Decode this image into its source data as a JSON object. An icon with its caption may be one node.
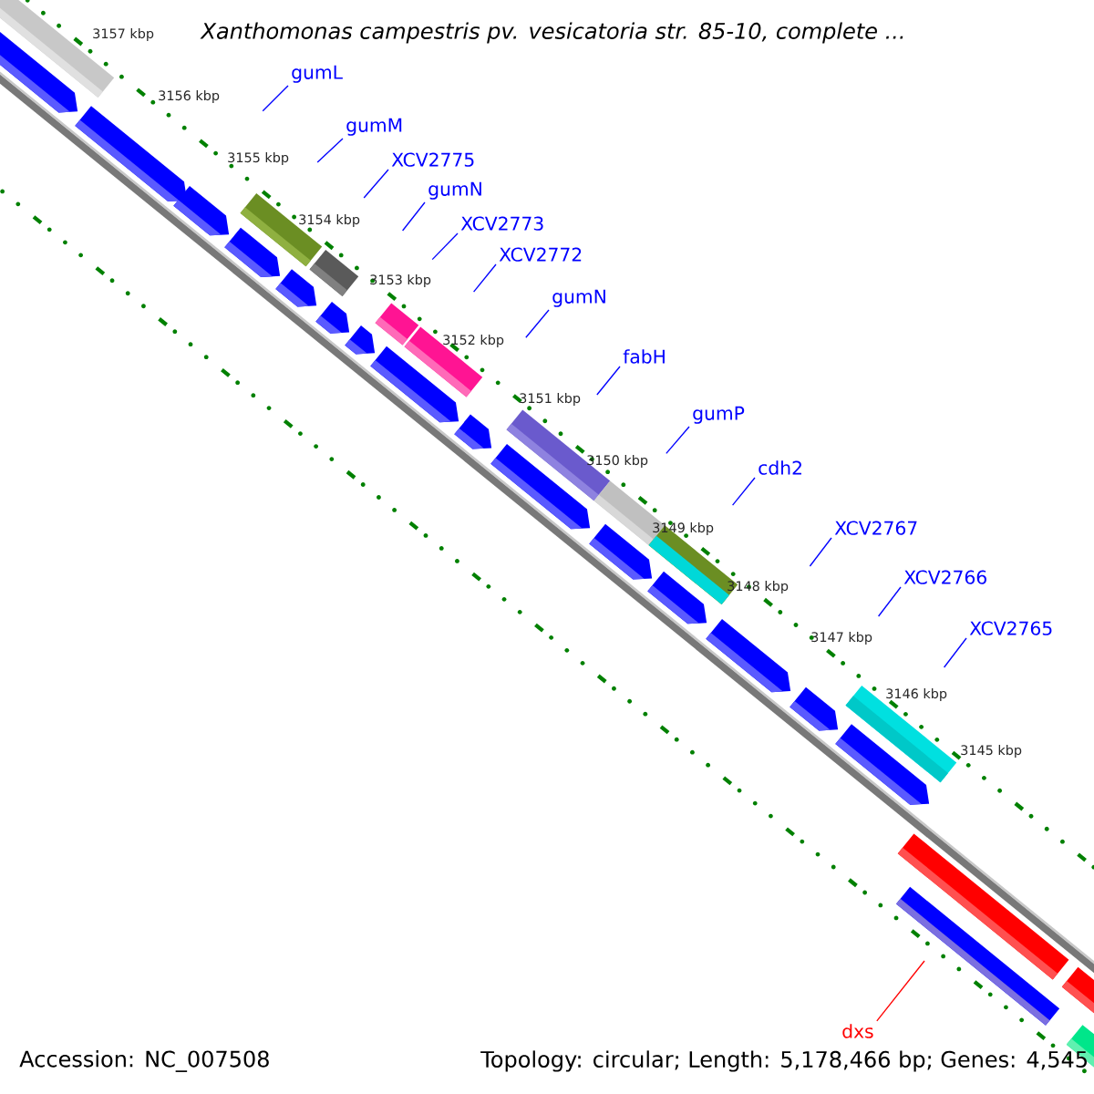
{
  "diagram": {
    "title": "Xanthomonas campestris pv. vesicatoria str. 85-10, complete ...",
    "nodes": [
      {
        "text": [
          "gumL"
        ]
      },
      {
        "text": [
          "gumM"
        ]
      },
      {
        "text": [
          "XCV2775"
        ]
      },
      {
        "text": [
          "gumN"
        ]
      },
      {
        "text": [
          "XCV2773"
        ]
      },
      {
        "text": [
          "XCV2772"
        ]
      },
      {
        "text": [
          "gumN"
        ]
      },
      {
        "text": [
          "fabH"
        ]
      },
      {
        "text": [
          "gumP"
        ]
      },
      {
        "text": [
          "cdh2"
        ]
      },
      {
        "text": [
          "XCV2767"
        ]
      },
      {
        "text": [
          "XCV2766"
        ]
      },
      {
        "text": [
          "XCV2765"
        ]
      },
      {
        "text": [
          "dxs"
        ]
      }
    ],
    "edges": [
      {
        "from": 0,
        "to": null,
        "arrow": "none"
      },
      {
        "from": 1,
        "to": null,
        "arrow": "none"
      },
      {
        "from": 2,
        "to": null,
        "arrow": "none"
      },
      {
        "from": 3,
        "to": null,
        "arrow": "none"
      },
      {
        "from": 4,
        "to": null,
        "arrow": "none"
      },
      {
        "from": 5,
        "to": null,
        "arrow": "none"
      },
      {
        "from": 6,
        "to": null,
        "arrow": "none"
      },
      {
        "from": 7,
        "to": null,
        "arrow": "none"
      },
      {
        "from": 8,
        "to": null,
        "arrow": "none"
      },
      {
        "from": 9,
        "to": null,
        "arrow": "none"
      },
      {
        "from": 10,
        "to": null,
        "arrow": "none"
      },
      {
        "from": 11,
        "to": null,
        "arrow": "none"
      },
      {
        "from": 12,
        "to": null,
        "arrow": "none"
      },
      {
        "from": 13,
        "to": null,
        "arrow": "none",
        "color": "#ff0000"
      }
    ],
    "labels": [
      "3157 kbp",
      "3156 kbp",
      "3155 kbp",
      "3154 kbp",
      "3153 kbp",
      "3152 kbp",
      "3151 kbp",
      "3150 kbp",
      "3149 kbp",
      "3148 kbp",
      "3147 kbp",
      "3146 kbp",
      "3145 kbp",
      "Accession: NC_007508",
      "Topology: circular; Length: 5,178,466 bp; Genes: 4,545"
    ]
  }
}
